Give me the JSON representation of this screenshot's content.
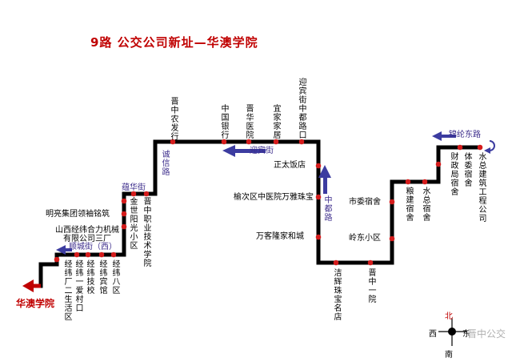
{
  "title": "9路 公交公司新址—华澳学院",
  "destination_label": "华澳学院",
  "colors": {
    "route": "#000000",
    "stop": "#d41c1c",
    "title": "#c00000",
    "arrow": "#3c3ca0",
    "street": "#3a2a8a"
  },
  "streets": {
    "shuncheng": "顺城街（西）",
    "yunhua": "蕴华街",
    "chengxin": "诚信路",
    "yingbin": "迎宾街",
    "zhongdu": "中都路",
    "jinlun_east": "锦纶东路"
  },
  "stops": {
    "jingwei_factory": "经纬厂二生活区",
    "jingwei_village": "经纬一爱村口",
    "jingwei_school": "经纬技校",
    "jingwei_hotel": "经纬宾馆",
    "jingwei_8": "经纬八区",
    "shanxi_power": "山西经纬合力机械有限公司三厂",
    "mingliang": "明亮集团领袖铭筑",
    "jinshi": "金世阳光小区",
    "jinzhong_vocational": "晋中职业技术学院",
    "jinzhong_agri": "晋中农发行",
    "boc": "中国银行",
    "jinhua_hospital": "晋华医院",
    "yijia": "宜家家居",
    "yingbin_zhongdu": "迎宾街中都路口",
    "zhengtai": "正太饭店",
    "yuci_hospital": "榆次区中医院万雅珠宝",
    "wanke": "万客隆家和城",
    "jiehui": "洁辉珠宝名店",
    "jinzhong_no1": "晋中一院",
    "lingdong": "岭东小区",
    "shiwei": "市委宿舍",
    "liangjian": "粮建宿舍",
    "shuizong_dorm": "水总宿舍",
    "caizheng": "财政局宿舍",
    "tiwei": "体委宿舍",
    "shuizong_co": "水总建筑工程公司"
  },
  "compass": {
    "north": "北",
    "south": "南",
    "west": "西",
    "east": "东"
  },
  "watermark": "晋中公交"
}
